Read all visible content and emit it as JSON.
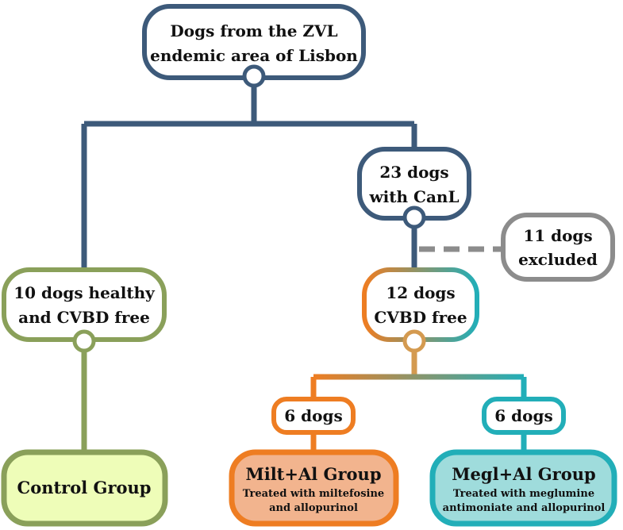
{
  "colors": {
    "blue": "#3d5a7a",
    "green": "#8aa05a",
    "orange": "#ee7d22",
    "teal": "#22aeb8",
    "gray": "#8c8c8c",
    "control_fill": "#eefdb8",
    "milt_fill": "#f2b48e",
    "megl_fill": "#9fdcdc"
  },
  "nodes": {
    "root": {
      "line1": "Dogs from the ZVL",
      "line2": "endemic area of Lisbon"
    },
    "canl": {
      "line1": "23 dogs",
      "line2": "with CanL"
    },
    "excluded": {
      "line1": "11 dogs",
      "line2": "excluded"
    },
    "healthy": {
      "line1": "10 dogs healthy",
      "line2": "and CVBD free"
    },
    "cvbd": {
      "line1": "12 dogs",
      "line2": "CVBD free"
    },
    "milt_count": {
      "label": "6 dogs"
    },
    "megl_count": {
      "label": "6 dogs"
    },
    "control": {
      "title": "Control Group"
    },
    "milt": {
      "title": "Milt+Al Group",
      "line1": "Treated with miltefosine",
      "line2": "and allopurinol"
    },
    "megl": {
      "title": "Megl+Al Group",
      "line1": "Treated with meglumine",
      "line2": "antimoniate and allopurinol"
    }
  }
}
